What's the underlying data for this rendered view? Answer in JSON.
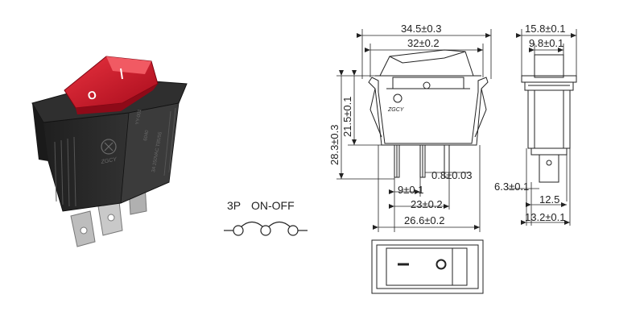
{
  "product_photo": {
    "body_markings": [
      "YY-001",
      "6040",
      "3A 250VAC T85/55"
    ],
    "brand_mark": "ZGCY"
  },
  "schematic": {
    "poles": "3P",
    "function": "ON-OFF"
  },
  "front_view": {
    "brand_mark": "ZGCY",
    "dimensions": {
      "overall_width": "34.5±0.3",
      "rocker_width": "32±0.2",
      "body_height": "21.5±0.1",
      "total_height": "28.3±0.3",
      "terminal_thickness": "0.8±0.03",
      "terminal_offset": "9±0.1",
      "terminal_span": "23±0.2",
      "body_width": "26.6±0.2"
    }
  },
  "side_view": {
    "dimensions": {
      "overall_depth": "15.8±0.1",
      "rocker_depth": "9.8±0.1",
      "terminal_width": "6.3±0.1",
      "body_depth": "12.5",
      "base_depth": "13.2±0.1"
    }
  },
  "top_view": {
    "off_symbol": "O",
    "on_symbol": "—"
  },
  "colors": {
    "rocker": "#c8102e",
    "housing": "#2b2b2b",
    "terminal": "#b8b8b8",
    "line": "#222222"
  }
}
